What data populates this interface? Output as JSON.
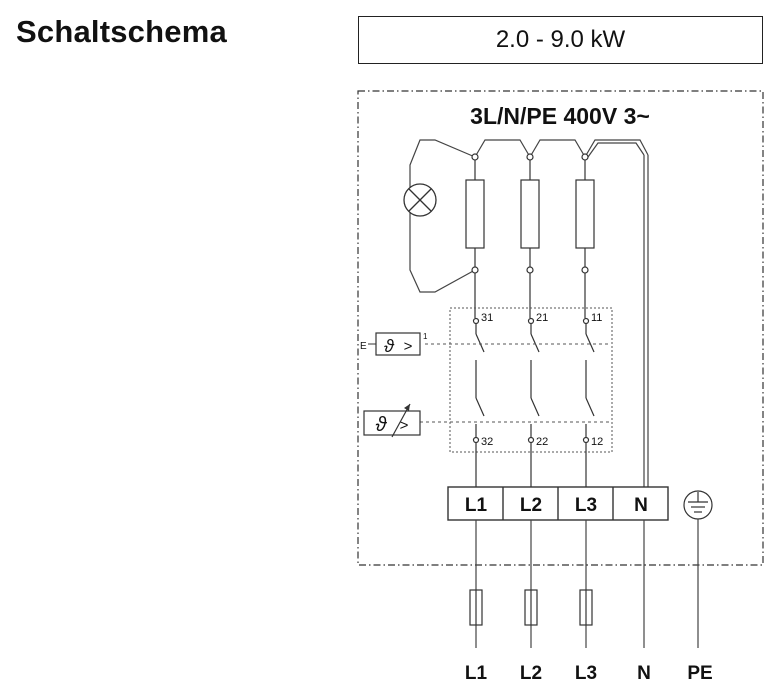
{
  "title": "Schaltschema",
  "power_range": "2.0 - 9.0 kW",
  "supply": "3L/N/PE 400V 3~",
  "contact_numbers": {
    "top": [
      "31",
      "21",
      "11"
    ],
    "bottom": [
      "32",
      "22",
      "12"
    ],
    "thermostat_mark": "1"
  },
  "thermostat_symbol": "ϑ",
  "thermostat_arrow": ">",
  "thermostat_e_label": "E",
  "terminals": [
    "L1",
    "L2",
    "L3",
    "N"
  ],
  "outputs": [
    "L1",
    "L2",
    "L3",
    "N",
    "PE"
  ]
}
